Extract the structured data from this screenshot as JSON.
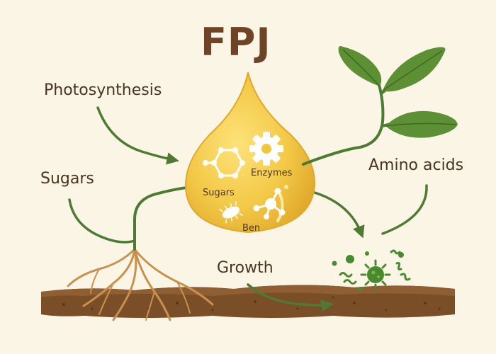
{
  "title": "FPJ",
  "labels": {
    "photosynthesis": "Photosynthesis",
    "sugars_left": "Sugars",
    "amino_acids": "Amino acids",
    "growth": "Growth"
  },
  "drop_labels": {
    "enzymes": "Enzymes",
    "sugars": "Sugars",
    "ben": "Ben"
  },
  "colors": {
    "background": "#fbf5e6",
    "title": "#6e4326",
    "text": "#4b3424",
    "arrow": "#4f7a33",
    "leaf": "#5d8f34",
    "drop": "#f1c53e",
    "soil": "#7a4e27",
    "roots": "#c9914f",
    "microbe": "#4a8a2f"
  },
  "icons": [
    "hexagon-molecule-icon",
    "gear-icon",
    "molecule-icon",
    "bacterium-icon",
    "microbe-icon",
    "root-icon",
    "leaf-icon"
  ]
}
